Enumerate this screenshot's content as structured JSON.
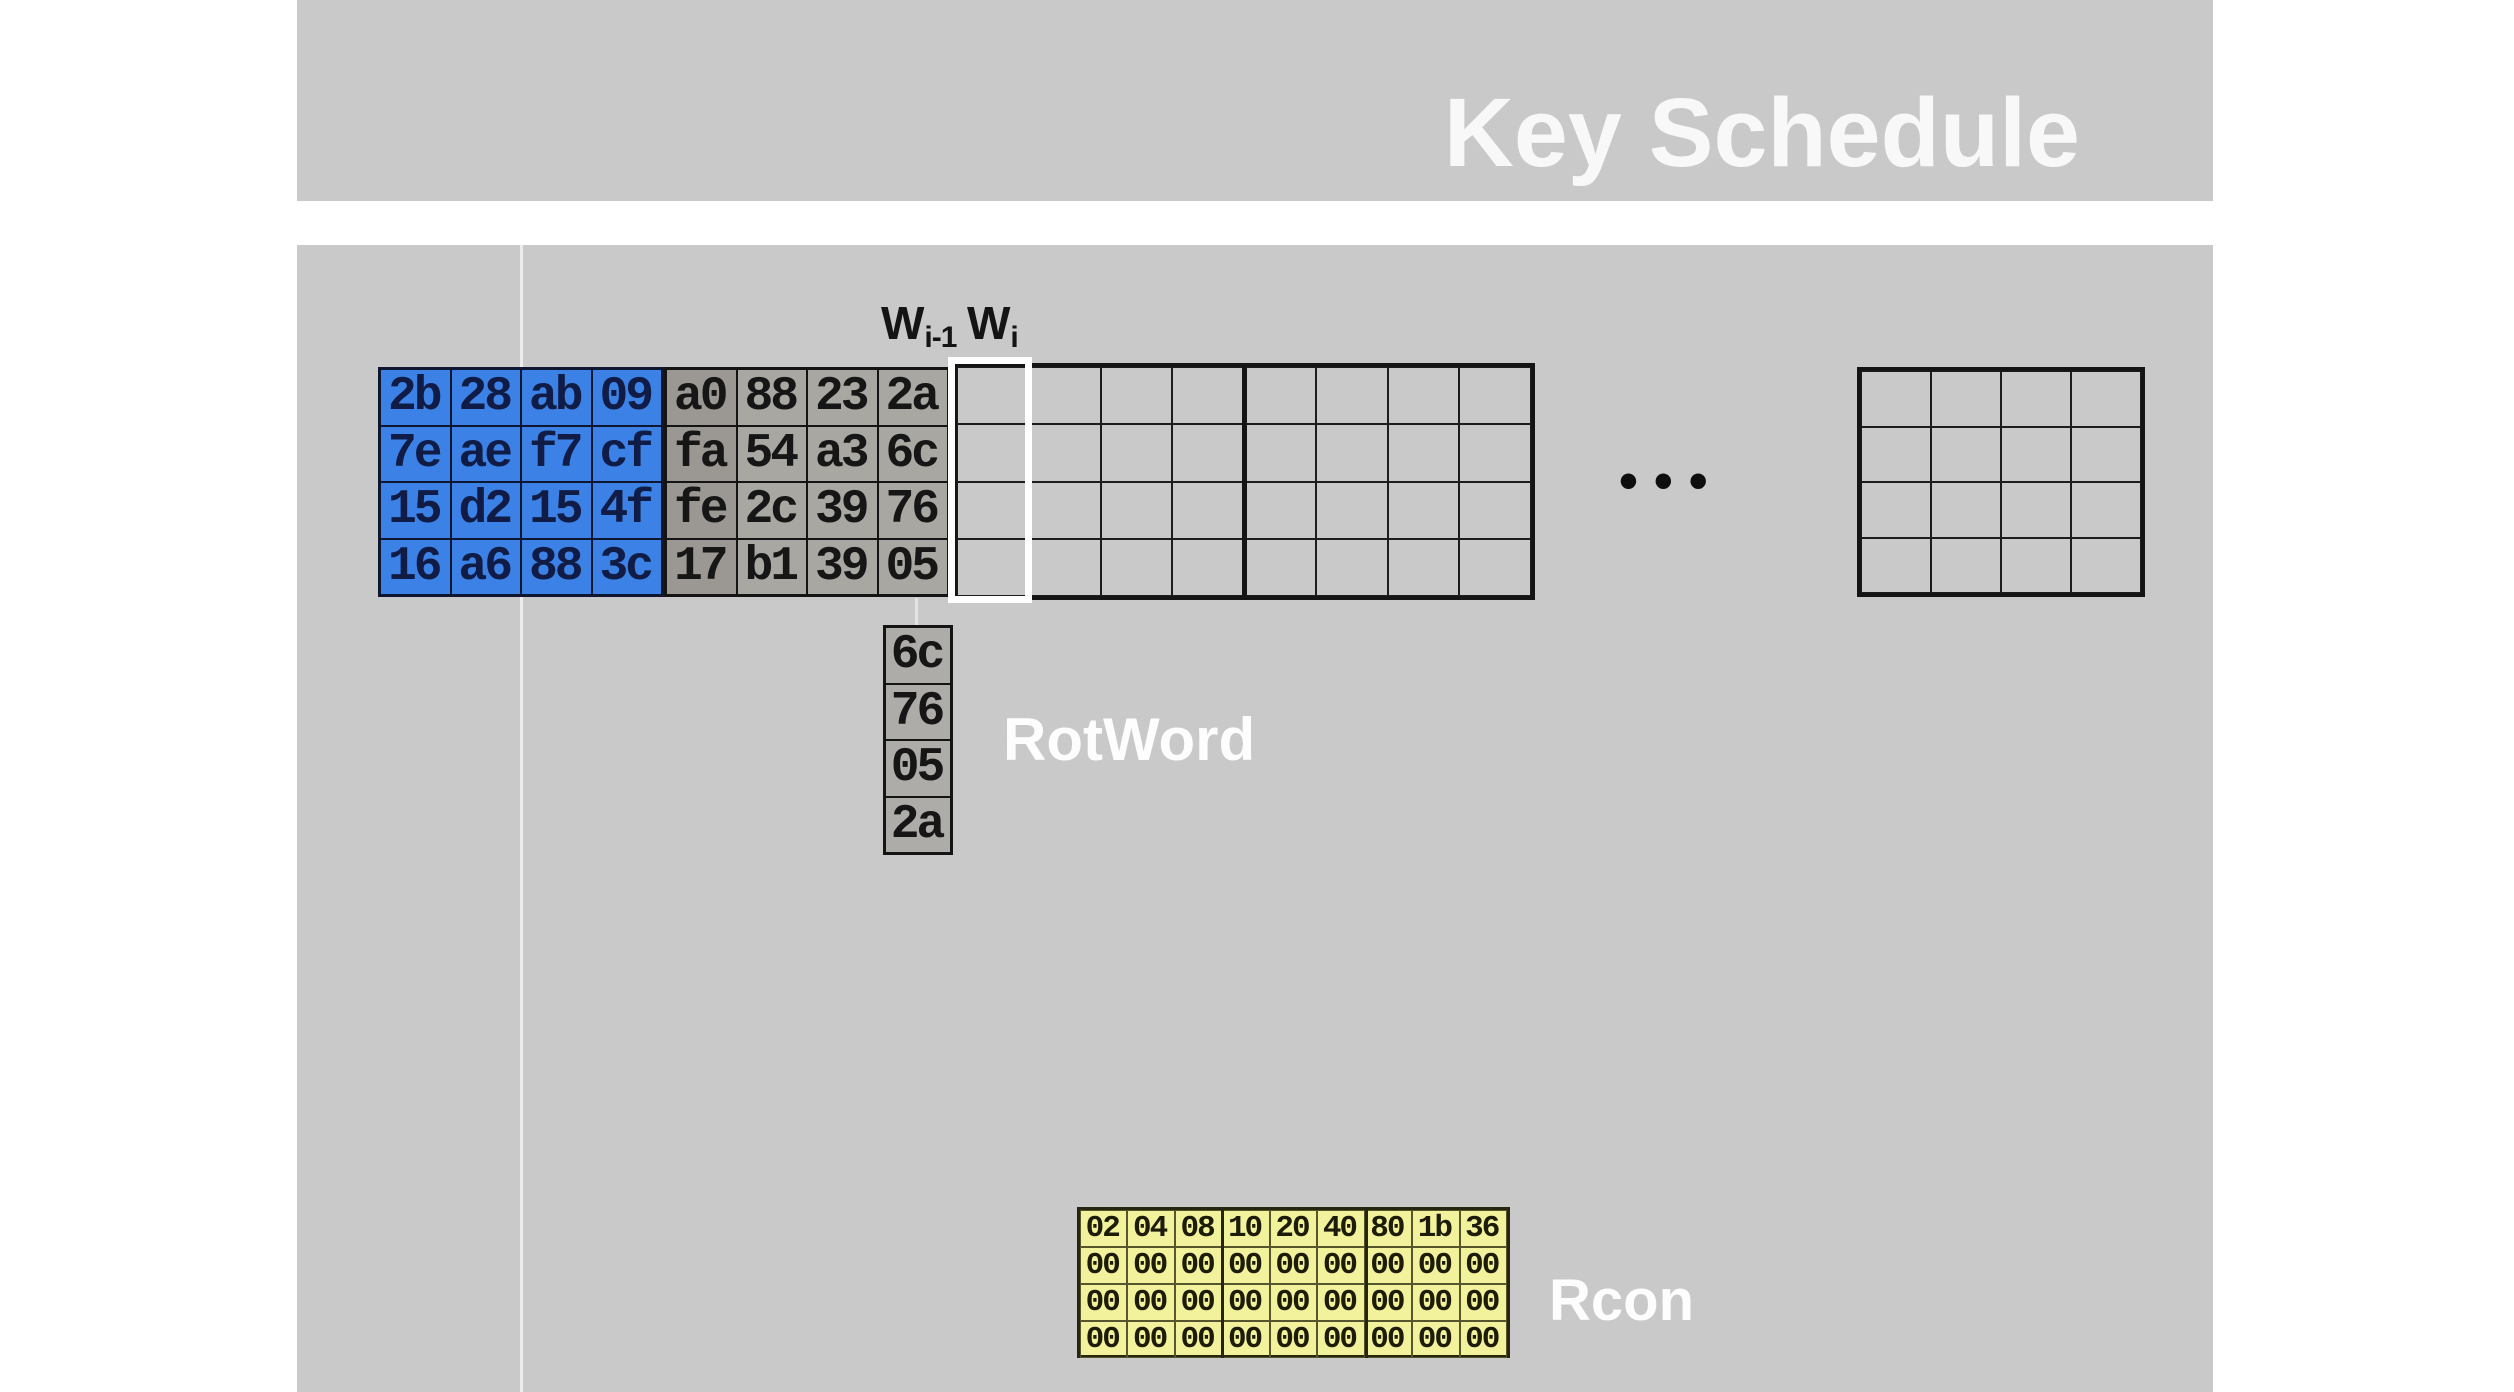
{
  "slide": {
    "title": "Key Schedule"
  },
  "labels": {
    "w_base": "W",
    "w_prev_sub": "i-1",
    "w_cur_sub": "i",
    "rotword": "RotWord",
    "rcon": "Rcon",
    "ellipsis": "•••"
  },
  "key_matrix": {
    "description": "cipher key state (blue)",
    "values": [
      [
        "2b",
        "28",
        "ab",
        "09"
      ],
      [
        "7e",
        "ae",
        "f7",
        "cf"
      ],
      [
        "15",
        "d2",
        "15",
        "4f"
      ],
      [
        "16",
        "a6",
        "88",
        "3c"
      ]
    ]
  },
  "expanded_matrix": {
    "description": "expanded round-key words (gray)",
    "values": [
      [
        "a0",
        "88",
        "23",
        "2a"
      ],
      [
        "fa",
        "54",
        "a3",
        "6c"
      ],
      [
        "fe",
        "2c",
        "39",
        "76"
      ],
      [
        "17",
        "b1",
        "39",
        "05"
      ]
    ]
  },
  "rotword_column": {
    "values": [
      [
        "6c"
      ],
      [
        "76"
      ],
      [
        "05"
      ],
      [
        "2a"
      ]
    ]
  },
  "rcon_table": {
    "values": [
      [
        "02",
        "04",
        "08",
        "10",
        "20",
        "40",
        "80",
        "1b",
        "36"
      ],
      [
        "00",
        "00",
        "00",
        "00",
        "00",
        "00",
        "00",
        "00",
        "00"
      ],
      [
        "00",
        "00",
        "00",
        "00",
        "00",
        "00",
        "00",
        "00",
        "00"
      ],
      [
        "00",
        "00",
        "00",
        "00",
        "00",
        "00",
        "00",
        "00",
        "00"
      ]
    ]
  },
  "colors": {
    "page_bg": "#ffffff",
    "slide_bg": "#c9c9c9",
    "key_blue": "#3c82e6",
    "key_text": "#101c45",
    "expanded_gray": "#a9a7a2",
    "expanded_gray_dark": "#9b9893",
    "rotword_gray": "#aeaca9",
    "rcon_yellow": "#f2f19c",
    "title_white": "#f8f8f8",
    "line_black": "#141414"
  }
}
